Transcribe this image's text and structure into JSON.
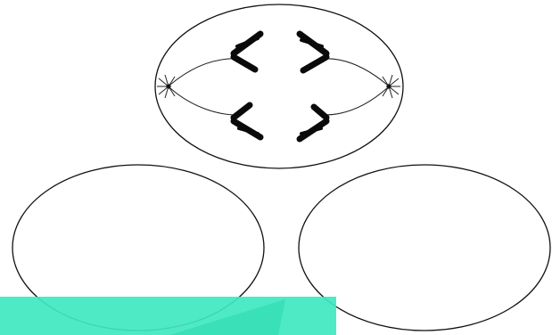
{
  "diagram": {
    "type": "cell-division",
    "parent_cell": {
      "shape": "ellipse",
      "contents": [
        "chromosome",
        "chromosome",
        "chromosome",
        "chromosome",
        "spindle-fibers",
        "centriole",
        "centriole"
      ]
    },
    "daughter_cells": [
      {
        "shape": "ellipse",
        "contents": []
      },
      {
        "shape": "ellipse",
        "contents": []
      }
    ],
    "overlay_band_color": "#3ee8c0"
  }
}
